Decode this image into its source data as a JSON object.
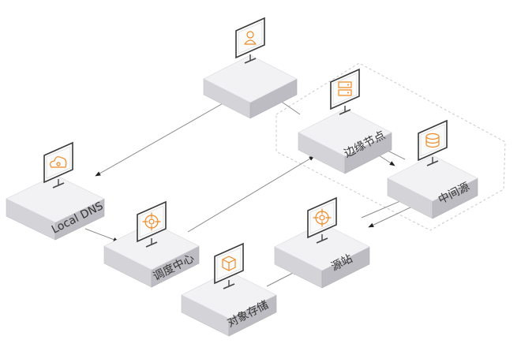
{
  "nodes": {
    "user": {
      "label": "",
      "icon": "user-icon"
    },
    "edge": {
      "label": "边缘节点",
      "icon": "server-icon"
    },
    "mid": {
      "label": "中间源",
      "icon": "database-icon"
    },
    "ldns": {
      "label": "Local DNS",
      "icon": "cloud-icon"
    },
    "dispatch": {
      "label": "调度中心",
      "icon": "target-icon"
    },
    "origin": {
      "label": "源站",
      "icon": "target-icon"
    },
    "storage": {
      "label": "对象存储",
      "icon": "box-icon"
    }
  },
  "colors": {
    "accent": "#f08a24",
    "box_top": "#f2f2f4",
    "box_left": "#d4d4d8",
    "box_right": "#bcbcc2",
    "line": "#8a8a8a",
    "group_border": "#c8c8c8"
  }
}
